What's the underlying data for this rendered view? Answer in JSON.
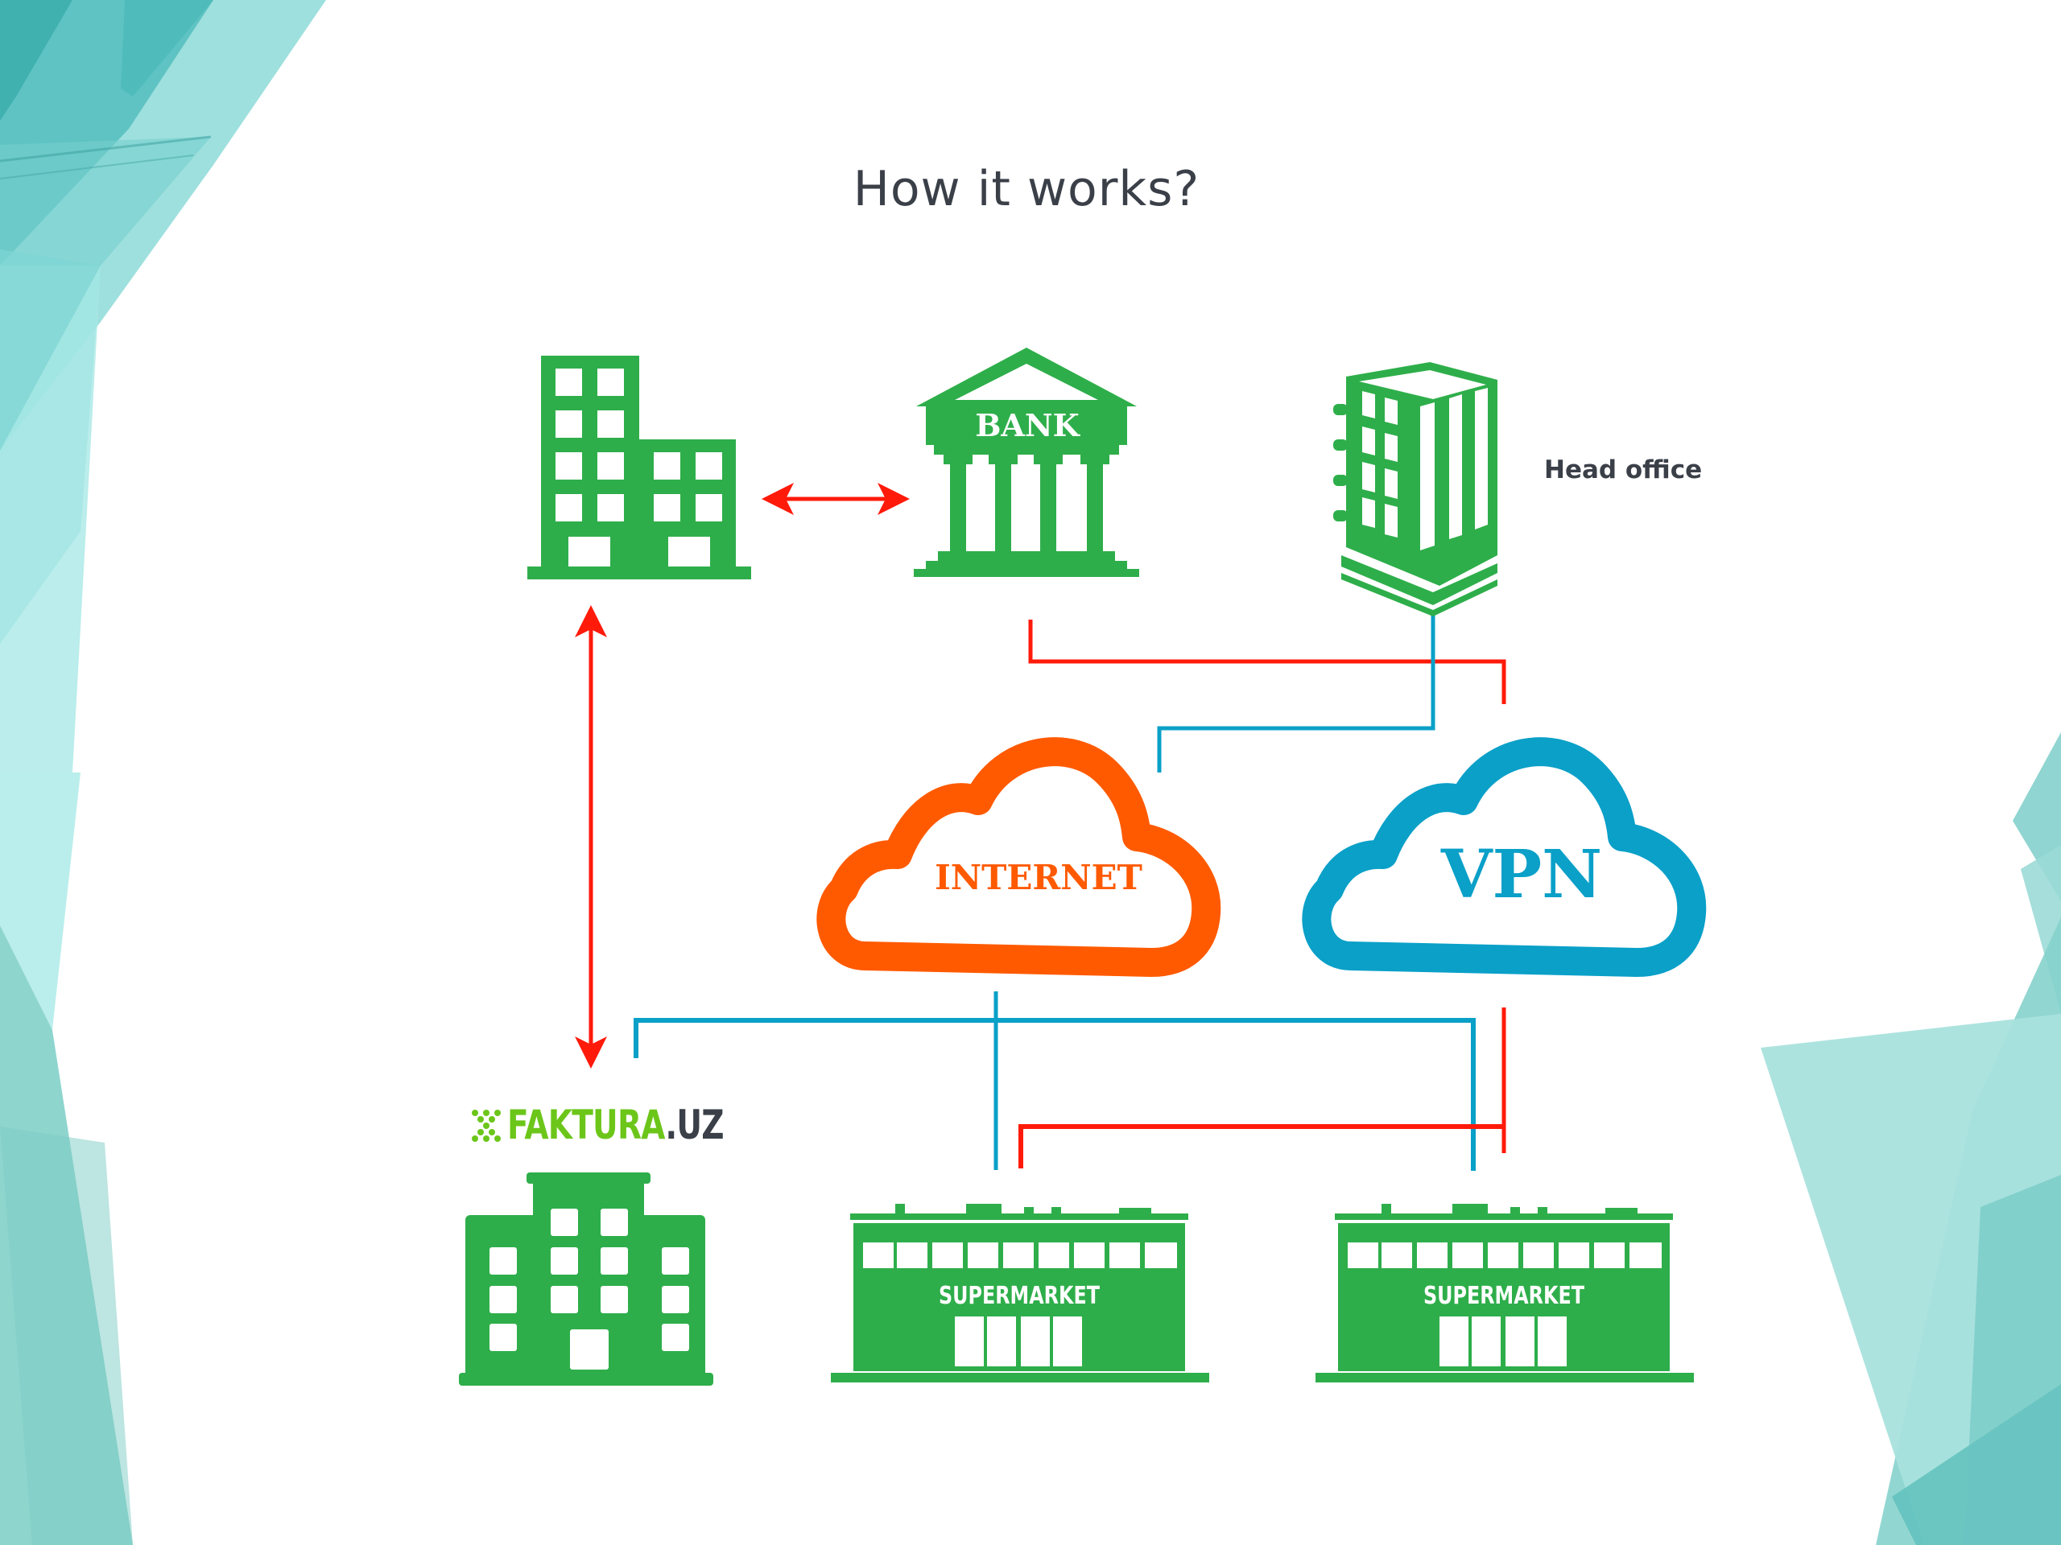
{
  "slide": {
    "title": "How it works?",
    "colors": {
      "building_green": "#2eae4a",
      "logo_green": "#6cc61a",
      "internet_orange": "#ff5a00",
      "vpn_blue": "#0aa0c8",
      "connector_red": "#ff1a0a",
      "connector_blue": "#0aa0c8",
      "text_dark": "#3a3f48",
      "background_teal": "#5cc6c4"
    }
  },
  "nodes": {
    "company": {
      "label": ""
    },
    "bank": {
      "label": "BANK"
    },
    "head_office": {
      "label": "Head office"
    },
    "internet": {
      "label": "INTERNET"
    },
    "vpn": {
      "label": "VPN"
    },
    "faktura": {
      "logo_name": "FAKTURA",
      "logo_tld": ".UZ"
    },
    "supermarket_1": {
      "label": "SUPERMARKET"
    },
    "supermarket_2": {
      "label": "SUPERMARKET"
    }
  },
  "connections": [
    {
      "from": "company",
      "to": "bank",
      "color": "red",
      "style": "double-arrow"
    },
    {
      "from": "company",
      "to": "faktura",
      "color": "red",
      "style": "double-arrow"
    },
    {
      "from": "bank",
      "to": "vpn",
      "color": "red",
      "style": "line"
    },
    {
      "from": "head_office",
      "to": "internet",
      "color": "blue",
      "style": "line"
    },
    {
      "from": "internet",
      "to": "supermarket_1",
      "color": "blue",
      "style": "line"
    },
    {
      "from": "faktura",
      "to": "supermarket_2",
      "color": "blue",
      "style": "line"
    },
    {
      "from": "vpn",
      "to": "supermarket_1",
      "color": "red",
      "style": "line"
    },
    {
      "from": "vpn",
      "to": "supermarket_2",
      "color": "red",
      "style": "line"
    }
  ]
}
